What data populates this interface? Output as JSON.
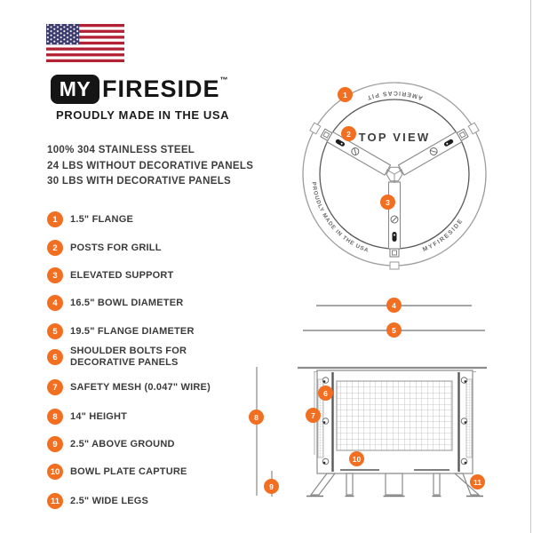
{
  "logo": {
    "my": "MY",
    "name": "FIRESIDE",
    "tm": "™",
    "tagline": "PROUDLY MADE IN THE USA"
  },
  "specs": [
    "100% 304 STAINLESS STEEL",
    "24 LBS WITHOUT DECORATIVE PANELS",
    "30 LBS WITH DECORATIVE PANELS"
  ],
  "features": [
    {
      "num": "1",
      "label": "1.5\" FLANGE"
    },
    {
      "num": "2",
      "label": "POSTS FOR GRILL"
    },
    {
      "num": "3",
      "label": "ELEVATED SUPPORT"
    },
    {
      "num": "4",
      "label": "16.5\" BOWL DIAMETER"
    },
    {
      "num": "5",
      "label": "19.5\" FLANGE DIAMETER"
    },
    {
      "num": "6",
      "label": "SHOULDER BOLTS FOR\nDECORATIVE PANELS"
    },
    {
      "num": "7",
      "label": "SAFETY MESH (0.047\" WIRE)"
    },
    {
      "num": "8",
      "label": "14\" HEIGHT"
    },
    {
      "num": "9",
      "label": "2.5\" ABOVE GROUND"
    },
    {
      "num": "10",
      "label": "BOWL PLATE CAPTURE"
    },
    {
      "num": "11",
      "label": "2.5\" WIDE LEGS"
    }
  ],
  "topview": {
    "label": "TOP VIEW",
    "arc_top": "AMERICAS PIT",
    "arc_left": "PROUDLY MADE IN THE USA",
    "arc_right": "MYFIRESIDE"
  },
  "colors": {
    "accent": "#f26e21",
    "text": "#3b3b3b",
    "flag_red": "#b22234",
    "flag_blue": "#3c3b6e",
    "line_gray": "#9a9a9a"
  }
}
